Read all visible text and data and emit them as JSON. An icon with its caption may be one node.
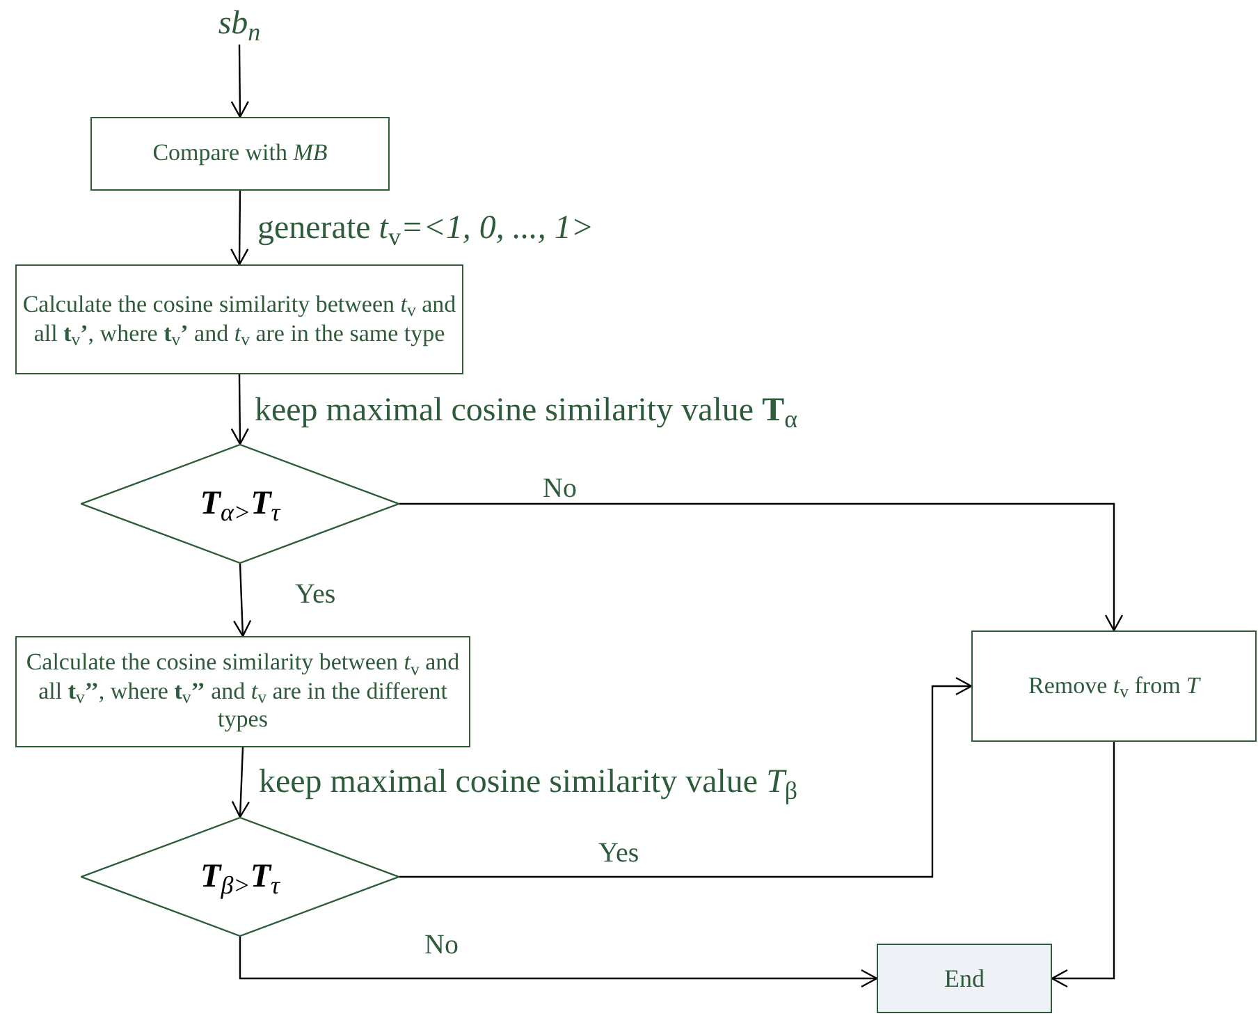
{
  "diagram": {
    "nodes": [
      {
        "text": [
          "sb$_{n}$"
        ]
      },
      {
        "text": [
          "Compare with *MB*"
        ]
      },
      {
        "text": [
          "Calculate the cosine similarity between *t*$_{v}$ and all **t**$_{v}$**’**, where **t**$_{v}$**’** and *t*$_{v}$ are in the same type"
        ]
      },
      {
        "text": [
          "**T**$_{α>}$**T**$_{τ}$"
        ]
      },
      {
        "text": [
          "Calculate the cosine similarity between *t*$_{v}$ and all **t**$_{v}$**’’**, where **t**$_{v}$**’’** and *t*$_{v}$ are in the different types"
        ]
      },
      {
        "text": [
          "**T**$_{β>}$**T**$_{τ}$"
        ]
      },
      {
        "text": [
          "Remove *t*$_{v}$ from *T*"
        ]
      },
      {
        "text": [
          "End"
        ]
      }
    ],
    "edges": [
      {
        "from": 0,
        "to": 1,
        "arrow": "to"
      },
      {
        "from": 1,
        "to": 2,
        "arrow": "to",
        "label": "generate *t*$_{v}$*=<1, 0, ..., 1>*"
      },
      {
        "from": 2,
        "to": 3,
        "arrow": "to",
        "label": "keep maximal cosine similarity value **T**$_{α}$"
      },
      {
        "from": 3,
        "to": 6,
        "arrow": "to",
        "label": "No"
      },
      {
        "from": 3,
        "to": 4,
        "arrow": "to",
        "label": "Yes"
      },
      {
        "from": 4,
        "to": 5,
        "arrow": "to",
        "label": "keep maximal cosine similarity value *T*$_{β}$"
      },
      {
        "from": 5,
        "to": 6,
        "arrow": "to",
        "label": "Yes"
      },
      {
        "from": 5,
        "to": 7,
        "arrow": "to",
        "label": "No"
      },
      {
        "from": 6,
        "to": 7,
        "arrow": "to"
      }
    ]
  }
}
